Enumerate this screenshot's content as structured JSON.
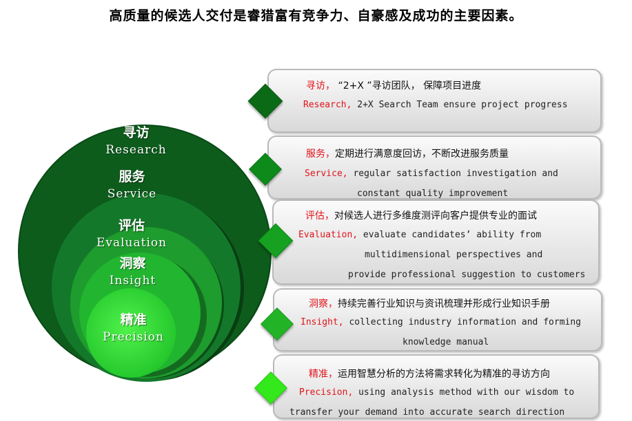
{
  "title": "高质量的候选人交付是睿猎富有竞争力、自豪感及成功的主要因素。",
  "circles": [
    {
      "zh": "寻访",
      "en": "Research"
    },
    {
      "zh": "服务",
      "en": "Service"
    },
    {
      "zh": "评估",
      "en": "Evaluation"
    },
    {
      "zh": "洞察",
      "en": "Insight"
    },
    {
      "zh": "精准",
      "en": "Precision"
    }
  ],
  "boxes": [
    {
      "zh_key": "寻访，",
      "zh_text": " “2+X ”寻访团队， 保障项目进度",
      "en_key": "Research,",
      "en_lines": [
        " 2+X Search Team ensure project  progress"
      ]
    },
    {
      "zh_key": "服务，",
      "zh_text": "定期进行满意度回访，不断改进服务质量",
      "en_key": "Service,",
      "en_lines": [
        " regular satisfaction investigation and",
        "constant quality improvement"
      ]
    },
    {
      "zh_key": "评估，",
      "zh_text": "对候选人进行多维度测评向客户提供专业的面试",
      "en_key": "Evaluation,",
      "en_lines": [
        " evaluate candidates’ ability from",
        "multidimensional perspectives and",
        "provide professional suggestion to customers"
      ]
    },
    {
      "zh_key": "洞察，",
      "zh_text": "持续完善行业知识与资讯梳理并形成行业知识手册",
      "en_key": "Insight,",
      "en_lines": "  collecting industry information and forming|knowledge manual"
    },
    {
      "zh_key": "精准，",
      "zh_text": "运用智慧分析的方法将需求转化为精准的寻访方向",
      "en_key": "Precision,",
      "en_lines": [
        " using analysis method with our wisdom to",
        "transfer your demand into accurate search direction"
      ]
    }
  ],
  "colors": {
    "ring1": "#0b5e1d",
    "ring2": "#137a22",
    "ring3": "#1d9a2c",
    "ring4": "#29bd33",
    "ring5": "#3fe03f",
    "accent_red": "#e0141b"
  }
}
